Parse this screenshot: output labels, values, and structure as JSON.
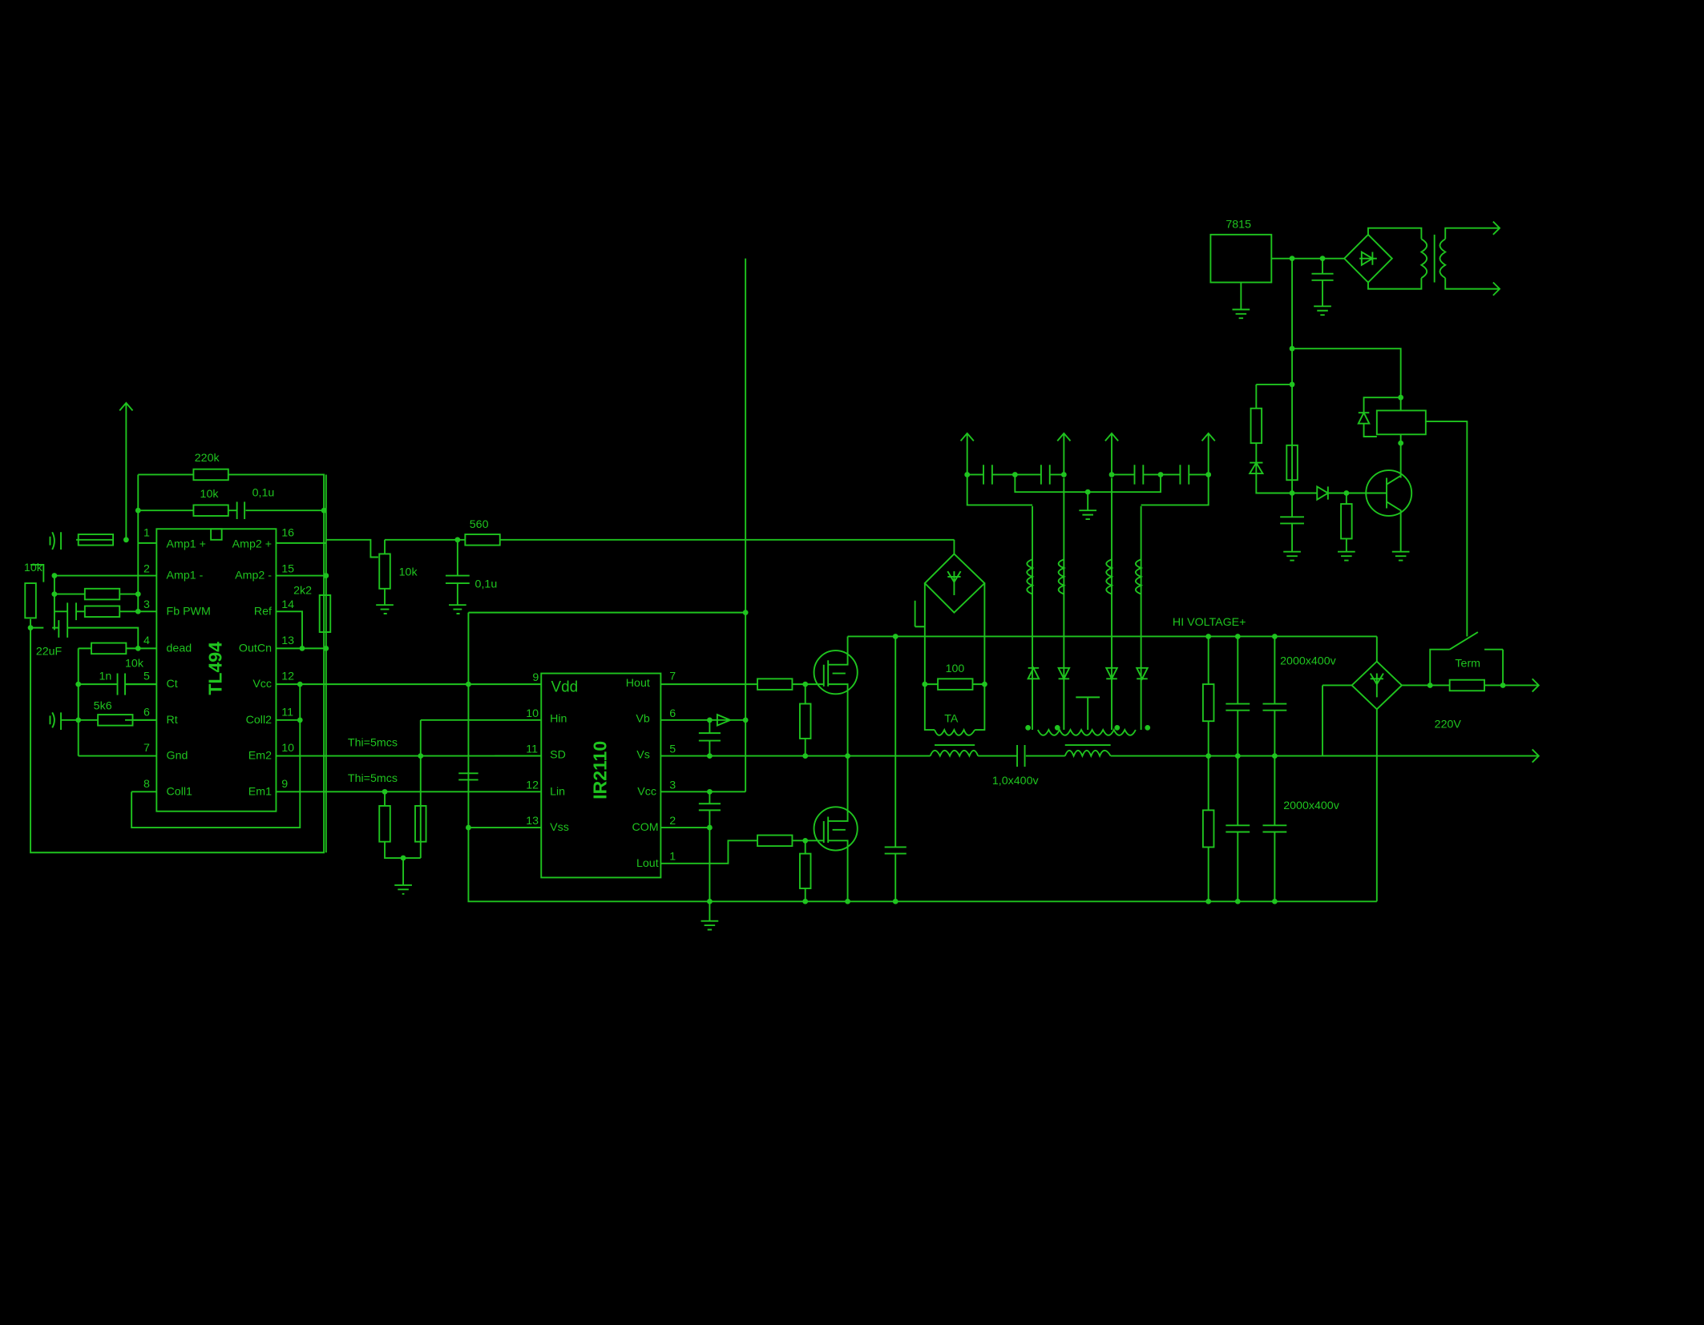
{
  "tl494": {
    "name": "TL494",
    "pins_left": [
      {
        "num": "1",
        "label": "Amp1 +"
      },
      {
        "num": "2",
        "label": "Amp1 -"
      },
      {
        "num": "3",
        "label": "Fb PWM"
      },
      {
        "num": "4",
        "label": "dead"
      },
      {
        "num": "5",
        "label": "Ct"
      },
      {
        "num": "6",
        "label": "Rt"
      },
      {
        "num": "7",
        "label": "Gnd"
      },
      {
        "num": "8",
        "label": "Coll1"
      }
    ],
    "pins_right": [
      {
        "num": "16",
        "label": "Amp2 +"
      },
      {
        "num": "15",
        "label": "Amp2 -"
      },
      {
        "num": "14",
        "label": "Ref"
      },
      {
        "num": "13",
        "label": "OutCn"
      },
      {
        "num": "12",
        "label": "Vcc"
      },
      {
        "num": "11",
        "label": "Coll2"
      },
      {
        "num": "10",
        "label": "Em2"
      },
      {
        "num": "9",
        "label": "Em1"
      }
    ]
  },
  "ir2110": {
    "name": "IR2110",
    "pins_left": [
      {
        "num": "9",
        "label": "Vdd"
      },
      {
        "num": "10",
        "label": "Hin"
      },
      {
        "num": "11",
        "label": "SD"
      },
      {
        "num": "12",
        "label": "Lin"
      },
      {
        "num": "13",
        "label": "Vss"
      }
    ],
    "pins_right": [
      {
        "num": "7",
        "label": "Hout"
      },
      {
        "num": "6",
        "label": "Vb"
      },
      {
        "num": "5",
        "label": "Vs"
      },
      {
        "num": "3",
        "label": "Vcc"
      },
      {
        "num": "2",
        "label": "COM"
      },
      {
        "num": "1",
        "label": "Lout"
      }
    ]
  },
  "labels": {
    "r220k": "220k",
    "r10k_fb": "10k",
    "c01u_fb": "0,1u",
    "r10k_left": "10k",
    "c22uf": "22uF",
    "r10k_dead": "10k",
    "c1n": "1n",
    "r5k6": "5k6",
    "r2k2": "2k2",
    "pot10k": "10k",
    "r560": "560",
    "c01u": "0,1u",
    "thi1": "Thi=5mcs",
    "thi2": "Thi=5mcs",
    "reg": "7815",
    "r100": "100",
    "ta": "TA",
    "c1u400": "1,0x400v",
    "hv": "HI VOLTAGE+",
    "cap1": "2000x400v",
    "cap2": "2000x400v",
    "term": "Term",
    "v220": "220V"
  },
  "colors": {
    "wire": "#1fc41f",
    "background": "#000000"
  }
}
